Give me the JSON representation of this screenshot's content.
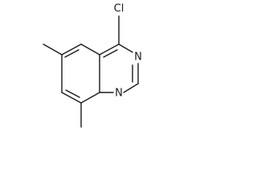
{
  "molecule": {
    "atoms": {
      "chlorine": "Cl",
      "nitrogen_top": "N",
      "nitrogen_bottom": "N"
    }
  },
  "colors": {
    "bond": "#1a1a1a",
    "label": "#1a1a1a",
    "background": "#ffffff"
  }
}
